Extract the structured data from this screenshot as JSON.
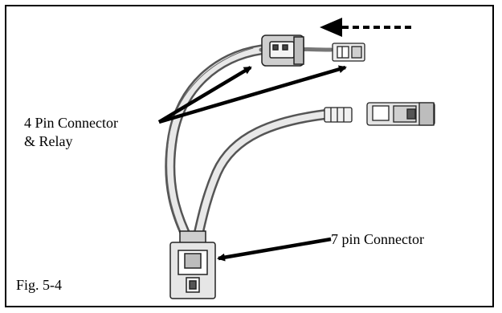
{
  "labels": {
    "four_pin_line1": "4 Pin Connector",
    "four_pin_line2": "& Relay",
    "seven_pin": "7 pin Connector",
    "figure": "Fig. 5-4"
  }
}
